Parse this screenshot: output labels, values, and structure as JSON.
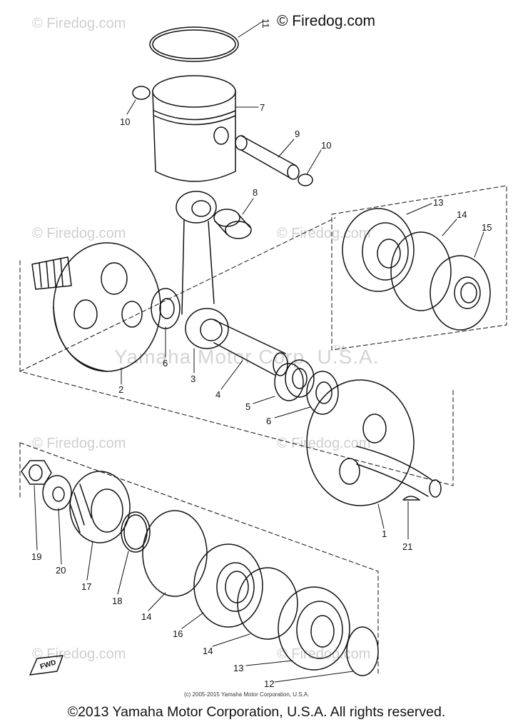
{
  "watermarks": {
    "main": "© Firedog.com",
    "faint": "© Firedog.com",
    "center": "Yamaha Motor Corp. U.S.A.",
    "tm": "TM"
  },
  "fwd_label": "FWD",
  "small_credit": "(c) 2005-2015 Yamaha Motor Corporation, U.S.A.",
  "footer": "©2013 Yamaha Motor Corporation, U.S.A. All rights reserved.",
  "callouts": {
    "c11": "11",
    "c7": "7",
    "c10a": "10",
    "c9": "9",
    "c10b": "10",
    "c8": "8",
    "c13a": "13",
    "c14a": "14",
    "c15": "15",
    "c6a": "6",
    "c2": "2",
    "c3": "3",
    "c4": "4",
    "c5": "5",
    "c6b": "6",
    "c1": "1",
    "c21": "21",
    "c19": "19",
    "c20": "20",
    "c17": "17",
    "c18": "18",
    "c14b": "14",
    "c16": "16",
    "c14c": "14",
    "c13b": "13",
    "c12": "12"
  }
}
